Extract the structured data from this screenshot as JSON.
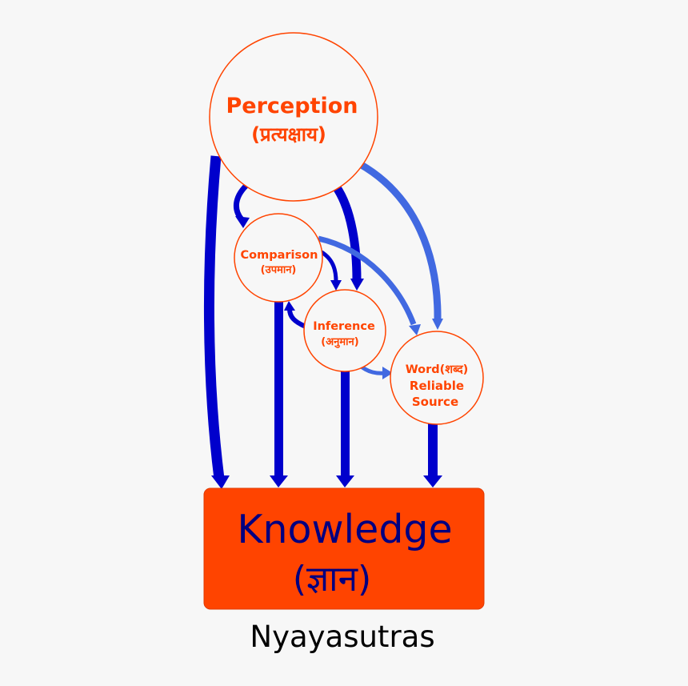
{
  "colors": {
    "background": "#f7f7f7",
    "node_fill": "#f7f7f7",
    "node_stroke": "#ff4400",
    "node_text": "#ff4400",
    "arrow_dark": "#0000cc",
    "arrow_light": "#4169e1",
    "knowledge_fill": "#ff4400",
    "knowledge_text": "#000080",
    "caption_text": "#000000"
  },
  "nodes": {
    "perception": {
      "line1": "Perception",
      "line2": "(प्रत्यक्षाय)"
    },
    "comparison": {
      "line1": "Comparison",
      "line2": "(उपमान)"
    },
    "inference": {
      "line1": "Inference",
      "line2": "(अनुमान)"
    },
    "word": {
      "line1": "Word(शब्द)",
      "line2": "Reliable",
      "line3": "Source"
    }
  },
  "knowledge": {
    "line1": "Knowledge",
    "line2": "(ज्ञान)"
  },
  "caption": "Nyayasutras"
}
